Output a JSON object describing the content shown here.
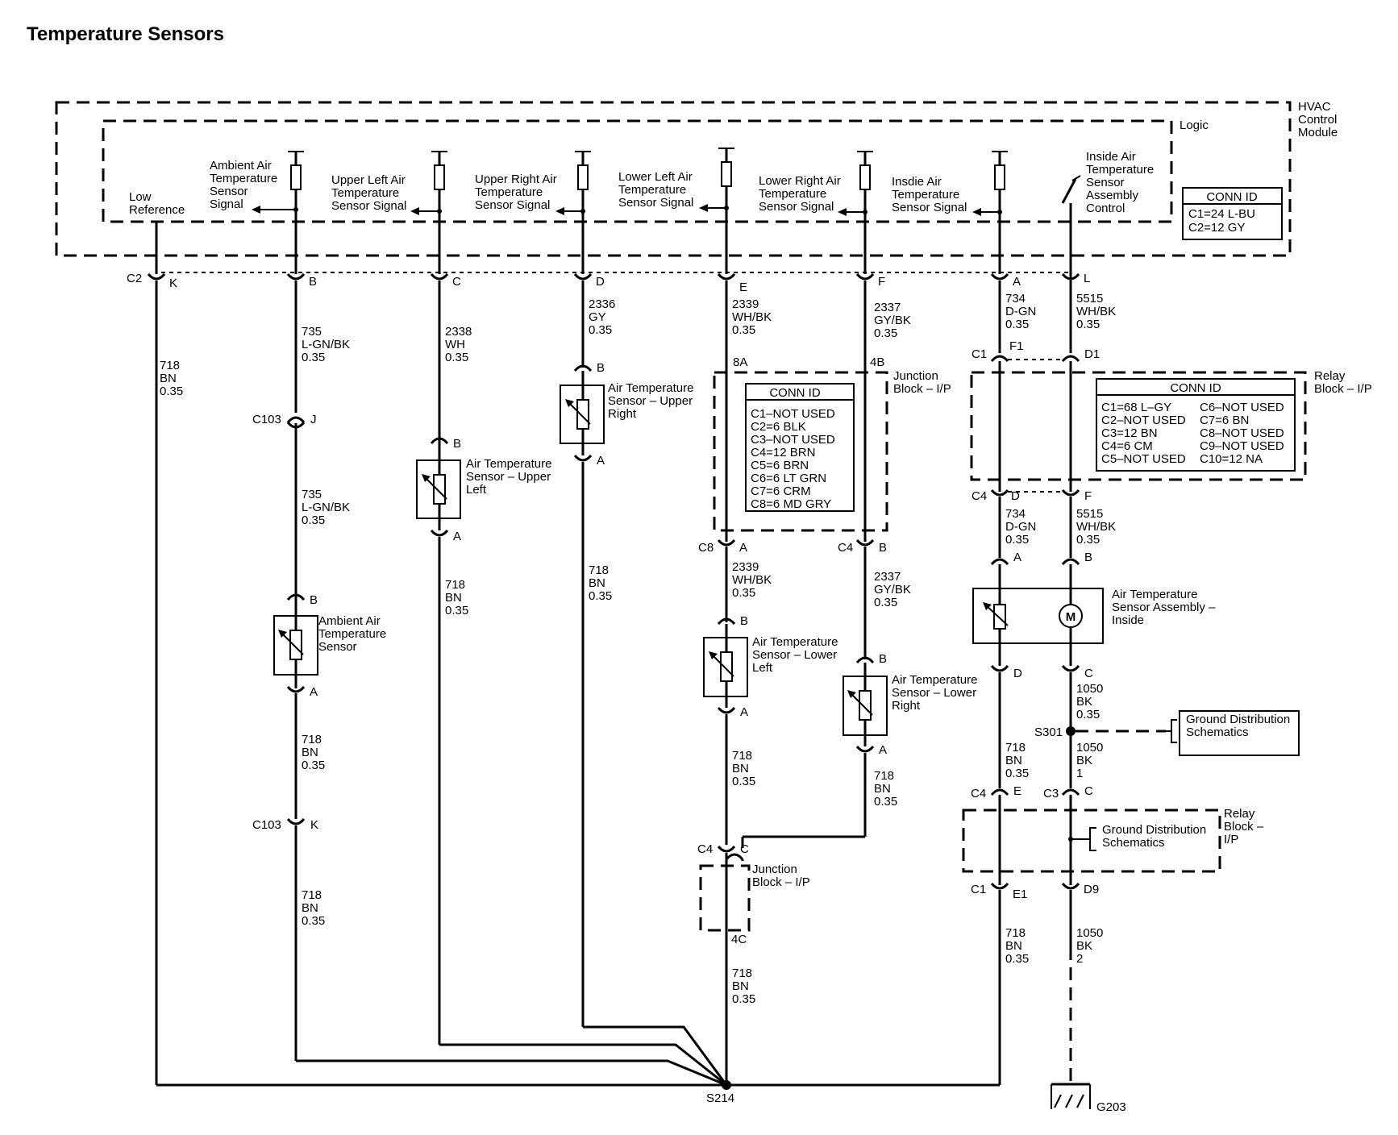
{
  "title": "Temperature Sensors",
  "hvac": {
    "name": [
      "HVAC",
      "Control",
      "Module"
    ],
    "logic": "Logic"
  },
  "hvac_conn": {
    "header": "CONN ID",
    "lines": [
      "C1=24 L-BU",
      "C2=12 GY"
    ]
  },
  "low_reference": [
    "Low",
    "Reference"
  ],
  "signals": {
    "ambient": [
      "Ambient Air",
      "Temperature",
      "Sensor",
      "Signal"
    ],
    "upper_left": [
      "Upper Left Air",
      "Temperature",
      "Sensor Signal"
    ],
    "upper_right": [
      "Upper Right Air",
      "Temperature",
      "Sensor Signal"
    ],
    "lower_left": [
      "Lower Left Air",
      "Temperature",
      "Sensor Signal"
    ],
    "lower_right": [
      "Lower Right Air",
      "Temperature",
      "Sensor Signal"
    ],
    "inside": [
      "Insdie Air",
      "Temperature",
      "Sensor Signal"
    ],
    "inside_control": [
      "Inside Air",
      "Temperature",
      "Sensor",
      "Assembly",
      "Control"
    ]
  },
  "pins": {
    "k": "K",
    "b": "B",
    "c": "C",
    "d": "D",
    "e": "E",
    "f": "F",
    "a": "A",
    "l": "L",
    "j": "J",
    "f1": "F1",
    "d1": "D1",
    "e1": "E1",
    "d9": "D9"
  },
  "connectors": {
    "c2": "C2",
    "c103": "C103",
    "c1": "C1",
    "c3": "C3",
    "c4": "C4",
    "c8": "C8",
    "j8a": "8A",
    "j4b": "4B",
    "j4c": "4C"
  },
  "wires": {
    "bn718": [
      "718",
      "BN",
      "0.35"
    ],
    "lgnbk735": [
      "735",
      "L-GN/BK",
      "0.35"
    ],
    "wh2338": [
      "2338",
      "WH",
      "0.35"
    ],
    "gy2336": [
      "2336",
      "GY",
      "0.35"
    ],
    "whbk2339": [
      "2339",
      "WH/BK",
      "0.35"
    ],
    "gybk2337": [
      "2337",
      "GY/BK",
      "0.35"
    ],
    "dgn734": [
      "734",
      "D-GN",
      "0.35"
    ],
    "whbk5515": [
      "5515",
      "WH/BK",
      "0.35"
    ],
    "bk1050a": [
      "1050",
      "BK",
      "0.35"
    ],
    "bk1050b": [
      "1050",
      "BK",
      "1"
    ],
    "bk1050c": [
      "1050",
      "BK",
      "2"
    ]
  },
  "sensors": {
    "upper_right": [
      "Air Temperature",
      "Sensor – Upper",
      "Right"
    ],
    "upper_left": [
      "Air Temperature",
      "Sensor – Upper",
      "Left"
    ],
    "ambient": [
      "Ambient Air",
      "Temperature",
      "Sensor"
    ],
    "lower_left": [
      "Air Temperature",
      "Sensor – Lower",
      "Left"
    ],
    "lower_right": [
      "Air Temperature",
      "Sensor – Lower",
      "Right"
    ],
    "inside": [
      "Air Temperature",
      "Sensor Assembly –",
      "Inside"
    ]
  },
  "junction_block": {
    "name": [
      "Junction",
      "Block – I/P"
    ],
    "conn_header": "CONN ID",
    "conn_lines": [
      "C1–NOT USED",
      "C2=6 BLK",
      "C3–NOT USED",
      "C4=12 BRN",
      "C5=6 BRN",
      "C6=6 LT GRN",
      "C7=6 CRM",
      "C8=6 MD GRY"
    ]
  },
  "relay_block": {
    "name": [
      "Relay",
      "Block – I/P"
    ],
    "name_lower": [
      "Relay",
      "Block –",
      "I/P"
    ],
    "conn_header": "CONN ID",
    "conn_left": [
      "C1=68 L–GY",
      "C2–NOT USED",
      "C3=12 BN",
      "C4=6 CM",
      "C5–NOT USED"
    ],
    "conn_right": [
      "C6–NOT USED",
      "C7=6 BN",
      "C8–NOT USED",
      "C9–NOT USED",
      "C10=12 NA"
    ]
  },
  "ground_dist": [
    "Ground Distribution",
    "Schematics"
  ],
  "splices": {
    "s301": "S301",
    "s214": "S214"
  },
  "ground": "G203",
  "motor": "M"
}
